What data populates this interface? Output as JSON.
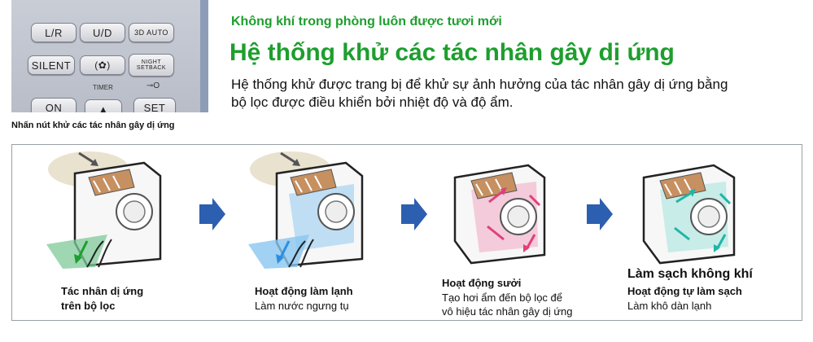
{
  "remote": {
    "buttons": {
      "lr": "L/R",
      "ud": "U/D",
      "auto3d": "3D AUTO",
      "silent": "SILENT",
      "night_line1": "NIGHT",
      "night_line2": "SETBACK",
      "on": "ON",
      "set": "SET"
    },
    "timer_label": "TIMER",
    "caption": "Nhấn nút khử các tác nhân gây dị ứng"
  },
  "header": {
    "subtitle": "Không khí trong phòng luôn được tươi mới",
    "title": "Hệ thống khử các tác nhân gây dị ứng",
    "description_line1": "Hệ thống khử được trang bị để khử sự ảnh hưởng của tác nhân gây dị ứng bằng",
    "description_line2": "bộ lọc được điều khiển bởi nhiệt độ và độ ẩm."
  },
  "steps": [
    {
      "title_line1": "Tác nhân dị ứng",
      "title_line2": "trên bộ lọc",
      "color": "#2fa84f"
    },
    {
      "title": "Hoạt động làm lạnh",
      "sub": "Làm nước ngưng tụ",
      "color": "#2b8fe0"
    },
    {
      "title": "Hoạt động sưởi",
      "sub_line1": "Tạo hơi ẩm đến bộ lọc để",
      "sub_line2": "vô hiệu tác nhân gây dị ứng",
      "color": "#e0407a"
    },
    {
      "heading": "Làm sạch không khí",
      "title": "Hoạt động tự làm sạch",
      "sub": "Làm khô dàn lạnh",
      "color": "#1fb5a8"
    }
  ],
  "colors": {
    "accent_green": "#1e9e2e",
    "arrow_blue": "#2c5fb0"
  }
}
